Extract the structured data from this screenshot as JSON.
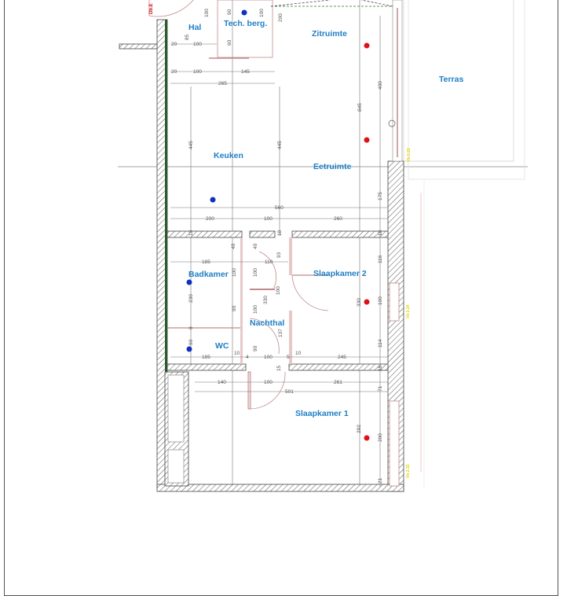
{
  "rooms": {
    "hal": "Hal",
    "tech": "Tech. berg.",
    "zitruimte": "Zitruimte",
    "terras": "Terras",
    "keuken": "Keuken",
    "eetruimte": "Eetruimte",
    "badkamer": "Badkamer",
    "slaapkamer2": "Slaapkamer 2",
    "nachthal": "Nachthal",
    "wc": "WC",
    "slaapkamer1": "Slaapkamer 1"
  },
  "annotations": {
    "top_left_red": "Db.E",
    "window_1": "Vb 2.25",
    "window_2": "Vb 2.24",
    "window_3": "Vb 2.32"
  },
  "dims": [
    "100",
    "90",
    "100",
    "85",
    "60",
    "20",
    "100",
    "20",
    "100",
    "145",
    "265",
    "200",
    "445",
    "445",
    "845",
    "400",
    "175",
    "560",
    "200",
    "100",
    "260",
    "18",
    "18",
    "18",
    "40",
    "40",
    "185",
    "110",
    "93",
    "116",
    "100",
    "100",
    "230",
    "330",
    "100",
    "100",
    "90",
    "330",
    "100",
    "0",
    "90",
    "90",
    "137",
    "114",
    "185",
    "10",
    "4",
    "100",
    "5",
    "10",
    "245",
    "15",
    "15",
    "140",
    "100",
    "261",
    "501",
    "71",
    "292",
    "200",
    "21"
  ],
  "colors": {
    "room_label": "#1e7fc4",
    "outlet_red": "#e0101a",
    "outlet_blue": "#1030c0",
    "window_label": "#e8d200"
  }
}
